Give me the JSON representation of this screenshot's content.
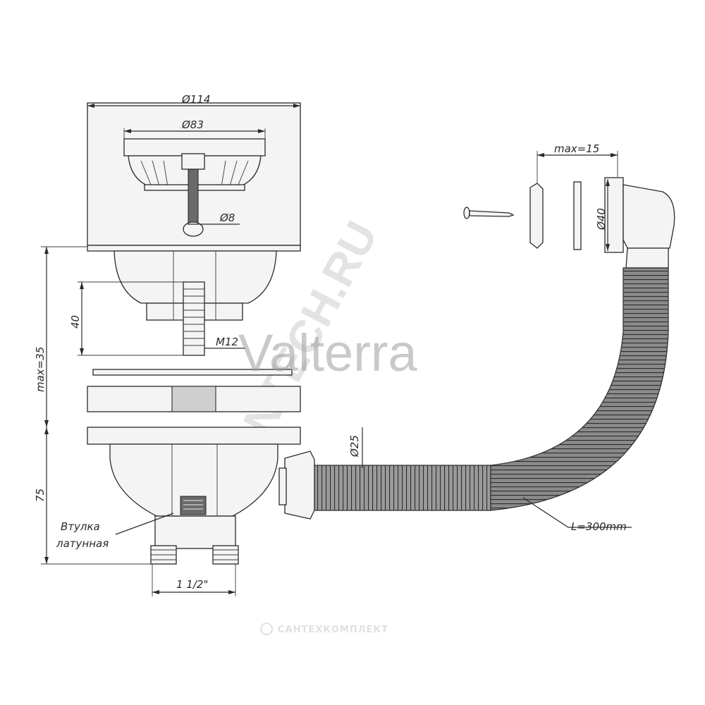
{
  "dimensions": {
    "d114": "Ø114",
    "d83": "Ø83",
    "d8": "Ø8",
    "h40": "40",
    "m12": "M12",
    "max35": "max=35",
    "h75": "75",
    "thread": "1 1/2\"",
    "d25": "Ø25",
    "d40": "Ø40",
    "max15": "max=15",
    "length": "L=300mm"
  },
  "notes": {
    "bushing_line1": "Втулка",
    "bushing_line2": "латунная"
  },
  "brand": "Valterra",
  "watermark": "SANTECH.RU",
  "footer": "САНТЕХКОМПЛЕКТ"
}
